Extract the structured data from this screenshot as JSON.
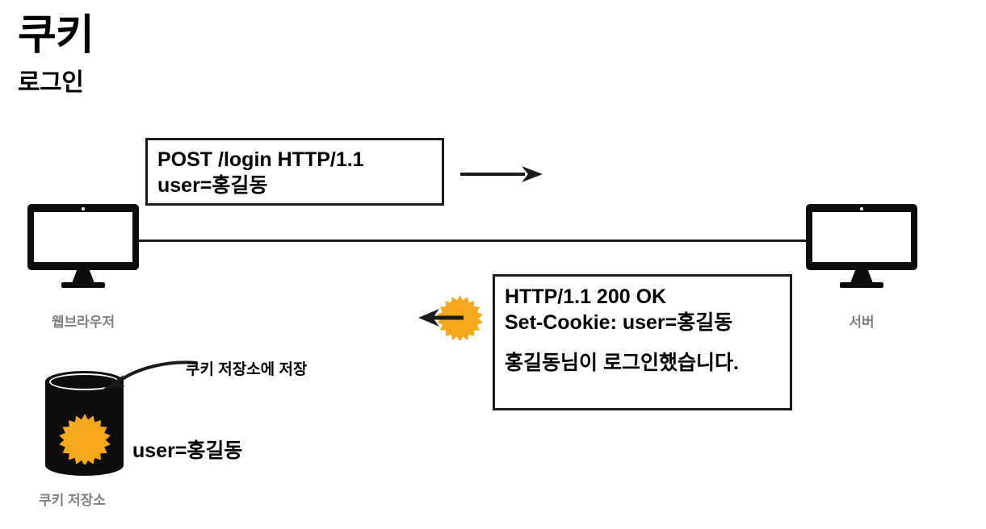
{
  "page": {
    "title": "쿠키",
    "subtitle": "로그인"
  },
  "nodes": {
    "browser": {
      "label": "웹브라우저",
      "icon": "monitor-icon"
    },
    "server": {
      "label": "서버",
      "icon": "monitor-icon"
    },
    "cookie_store": {
      "label": "쿠키 저장소",
      "icon": "database-cylinder-icon",
      "value": "user=홍길동",
      "note": "쿠키 저장소에 저장"
    }
  },
  "messages": {
    "request": {
      "lines": [
        "POST /login HTTP/1.1",
        "user=홍길동"
      ],
      "line1_plain": "POST ",
      "line1_bold": "/login",
      "line1_rest": " HTTP/1.1",
      "direction": "browser-to-server"
    },
    "response": {
      "lines": [
        "HTTP/1.1 200 OK",
        "Set-Cookie: user=홍길동",
        "",
        "홍길동님이 로그인했습니다."
      ],
      "status_line": "HTTP/1.1 200 OK",
      "set_cookie": "Set-Cookie: user=홍길동",
      "body": "홍길동님이 로그인했습니다.",
      "direction": "server-to-browser"
    }
  },
  "colors": {
    "cookie_accent": "#F5A81C",
    "ink": "#000000",
    "stroke": "#1B1B1B",
    "label_gray": "#808080",
    "background": "#FFFFFF"
  }
}
